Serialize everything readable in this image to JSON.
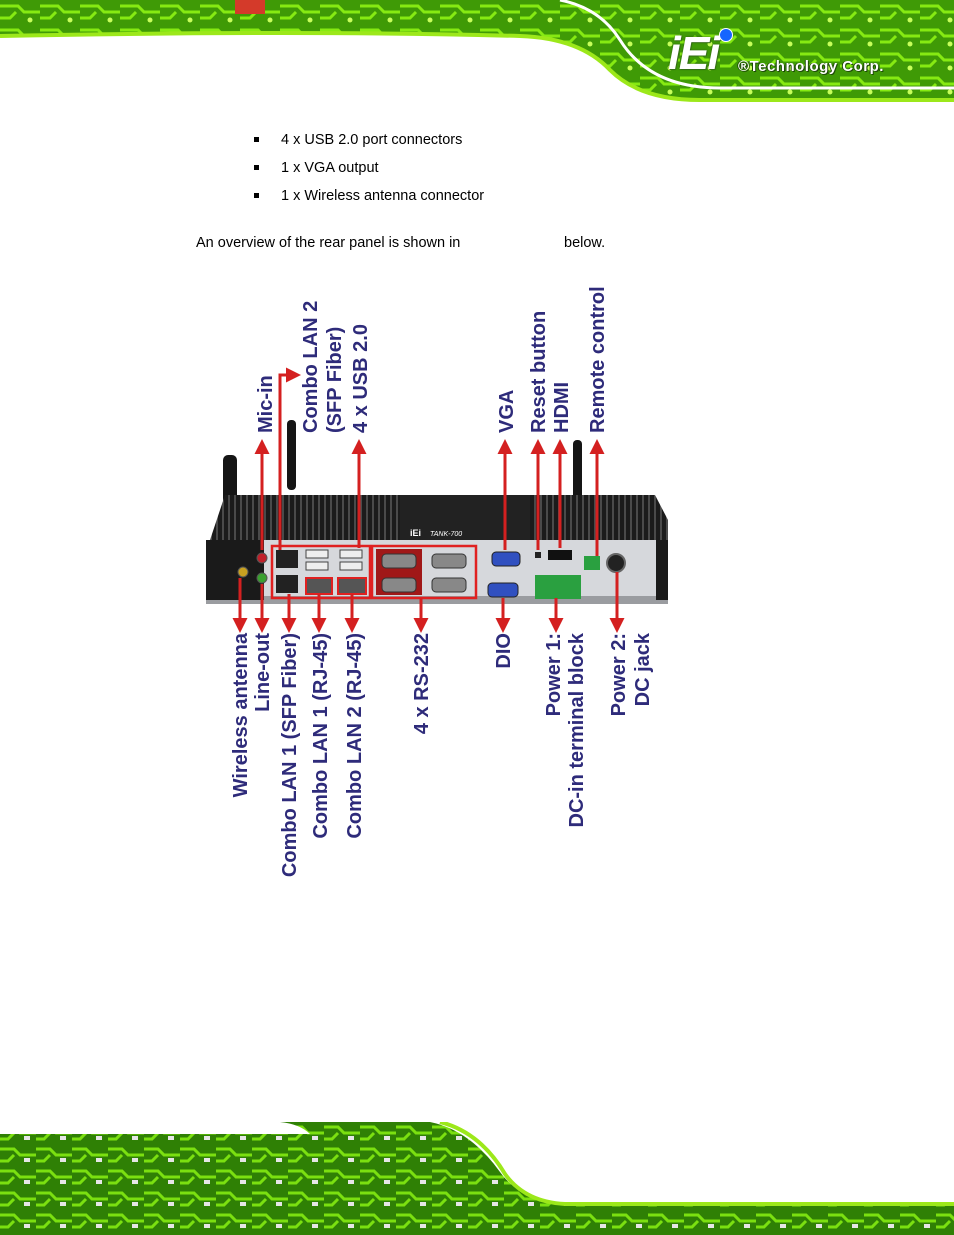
{
  "brand": {
    "logo_text": "iEi",
    "tagline": "®Technology Corp."
  },
  "bullets": [
    "4 x USB 2.0 port connectors",
    "1 x VGA output",
    "1 x Wireless antenna connector"
  ],
  "overview": {
    "before": "An overview of the rear panel is shown in",
    "after": "below."
  },
  "device": {
    "brand_plate": "iEi",
    "model": "TANK-700"
  },
  "labels_top": {
    "mic_in": "Mic-in",
    "combo_lan2_line1": "Combo LAN 2",
    "combo_lan2_line2": "(SFP Fiber)",
    "usb": "4 x USB 2.0",
    "vga": "VGA",
    "reset": "Reset button",
    "hdmi": "HDMI",
    "remote": "Remote control"
  },
  "labels_bottom": {
    "wireless": "Wireless antenna",
    "line_out": "Line-out",
    "combo_lan1_sfp": "Combo LAN 1 (SFP Fiber)",
    "combo_lan1_rj": "Combo LAN 1 (RJ-45)",
    "combo_lan2_rj": "Combo LAN 2 (RJ-45)",
    "rs232": "4 x RS-232",
    "dio": "DIO",
    "power1_line1": "Power 1:",
    "power1_line2": "DC-in terminal block",
    "power2_line1": "Power 2:",
    "power2_line2": "DC jack"
  },
  "colors": {
    "label_text": "#2e2b7a",
    "arrow_red": "#d42020",
    "pcb_green": "#7de000"
  }
}
